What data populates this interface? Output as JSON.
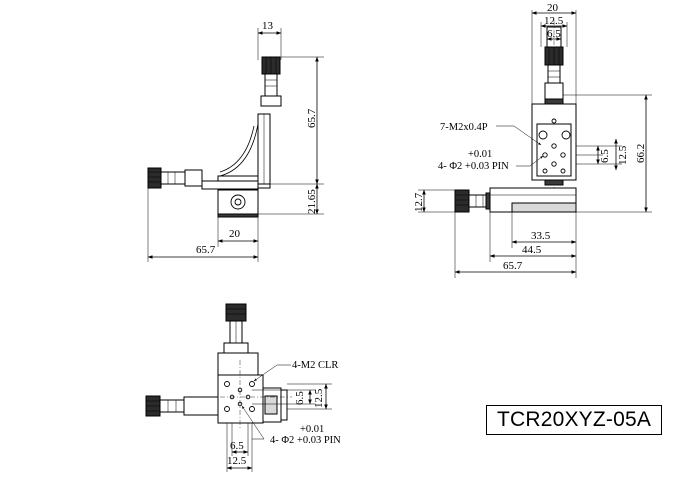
{
  "model": "TCR20XYZ-05A",
  "views": {
    "front": {
      "dims": {
        "top_width": "13",
        "height_upper": "65.7",
        "height_lower": "21.65",
        "base_width": "20",
        "overall_width": "65.7"
      }
    },
    "side": {
      "dims": {
        "top_20": "20",
        "top_12_5": "12.5",
        "top_6_5": "6.5",
        "h_6_5": "6.5",
        "h_12_5": "12.5",
        "h_66_2": "66.2",
        "h_12_7": "12.7",
        "w_33_5": "33.5",
        "w_44_5": "44.5",
        "w_65_7": "65.7"
      },
      "notes": {
        "thread": "7-M2x0.4P",
        "tol": "+0.01",
        "pin": "4- Φ2 +0.03 PIN"
      }
    },
    "top": {
      "dims": {
        "r_6_5": "6.5",
        "r_12_5": "12.5",
        "b_6_5": "6.5",
        "b_12_5": "12.5"
      },
      "notes": {
        "clr": "4-M2 CLR",
        "tol": "+0.01",
        "pin": "4- Φ2 +0.03 PIN"
      }
    }
  }
}
